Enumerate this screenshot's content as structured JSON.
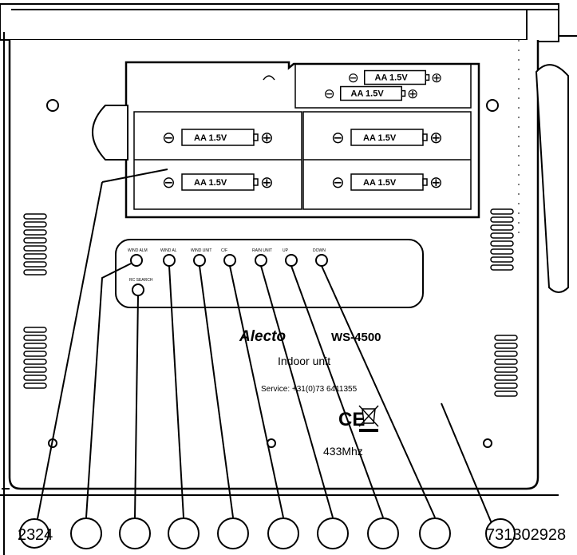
{
  "battery": {
    "label": "AA",
    "voltage": "1.5V",
    "minus": "⊖",
    "plus": "⊕"
  },
  "buttons": [
    {
      "id": "wind-alarm",
      "label": "WIND ALM"
    },
    {
      "id": "wind-al",
      "label": "WIND AL"
    },
    {
      "id": "wind-unit",
      "label": "WIND UNIT"
    },
    {
      "id": "cf",
      "label": "C/F"
    },
    {
      "id": "rain-unit",
      "label": "RAIN UNIT"
    },
    {
      "id": "up",
      "label": "UP"
    },
    {
      "id": "down",
      "label": "DOWN"
    },
    {
      "id": "rc-search",
      "label": "RC SEARCH"
    }
  ],
  "label": {
    "brand": "Alecto",
    "model": "WS-4500",
    "unit": "Indoor unit",
    "service": "Service: +31(0)73 6411355",
    "ce": "CE",
    "frequency": "433Mhz"
  },
  "callouts": {
    "left_a": "23",
    "left_b": "24",
    "right": "731302928"
  }
}
